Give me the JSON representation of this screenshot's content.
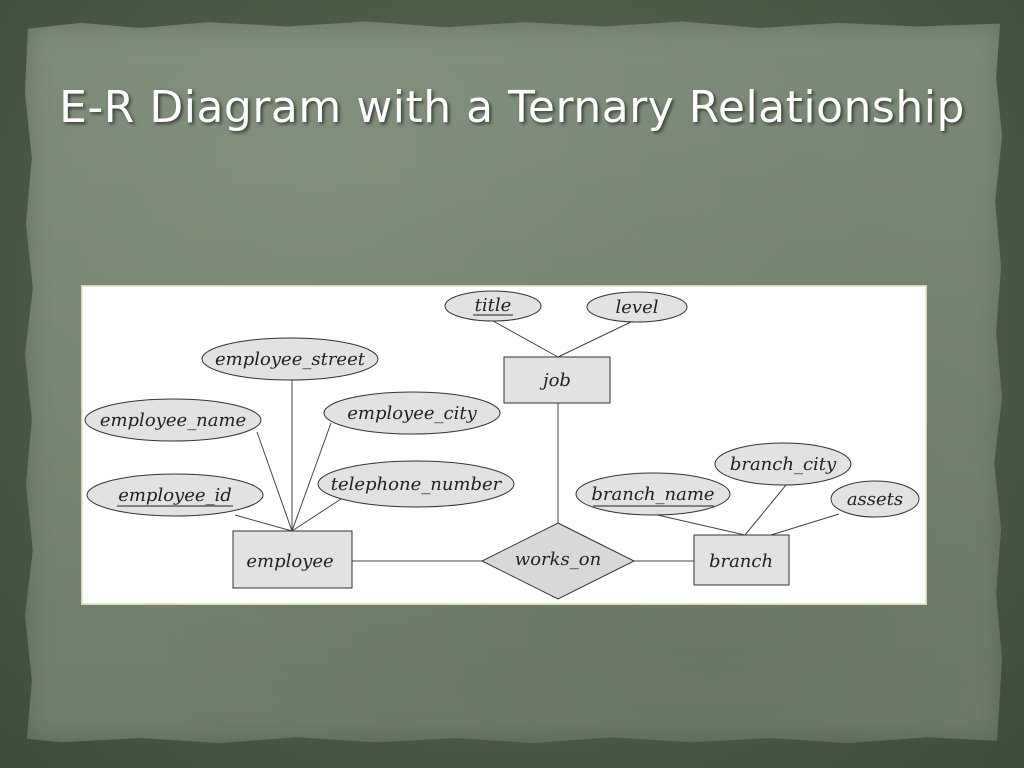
{
  "slide": {
    "title": "E-R Diagram with a Ternary Relationship"
  },
  "diagram": {
    "entities": {
      "job": "job",
      "employee": "employee",
      "branch": "branch"
    },
    "relationship": {
      "works_on": "works_on"
    },
    "attributes": {
      "title": "title",
      "level": "level",
      "employee_street": "employee_street",
      "employee_name": "employee_name",
      "employee_city": "employee_city",
      "employee_id": "employee_id",
      "telephone_number": "telephone_number",
      "branch_city": "branch_city",
      "branch_name": "branch_name",
      "assets": "assets"
    }
  }
}
